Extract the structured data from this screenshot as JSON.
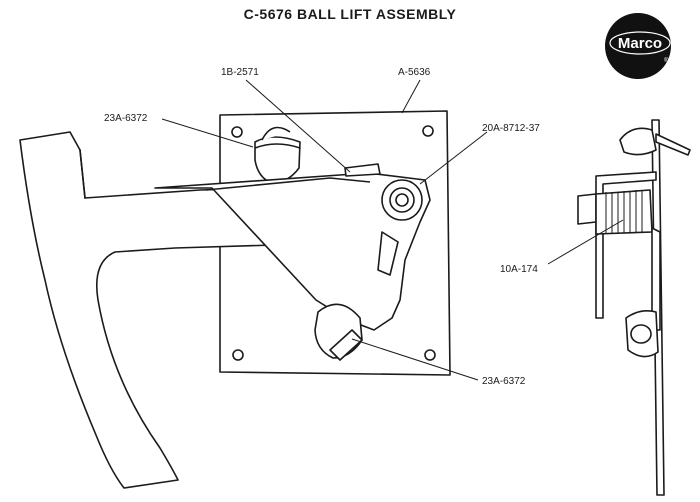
{
  "title": "C-5676 BALL LIFT ASSEMBLY",
  "logo": {
    "text": "Marco",
    "trademark": "®",
    "colors": {
      "fill": "#111111",
      "text": "#ffffff"
    }
  },
  "colors": {
    "ink": "#1b1b1b",
    "background": "#ffffff"
  },
  "callouts": [
    {
      "id": "1b-2571",
      "label": "1B-2571"
    },
    {
      "id": "a-5636",
      "label": "A-5636"
    },
    {
      "id": "23a-6372-top",
      "label": "23A-6372"
    },
    {
      "id": "20a-8712-37",
      "label": "20A-8712-37"
    },
    {
      "id": "10a-174",
      "label": "10A-174"
    },
    {
      "id": "23a-6372-bottom",
      "label": "23A-6372"
    }
  ]
}
